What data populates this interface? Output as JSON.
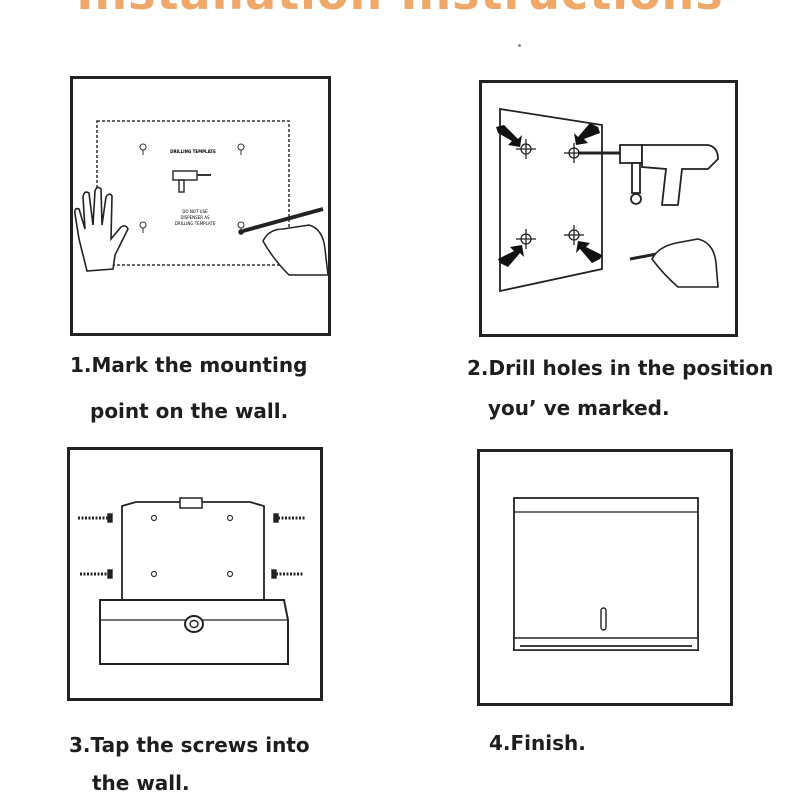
{
  "page_title": "Installation Instructions",
  "steps": [
    {
      "line1": "1.Mark the mounting",
      "line2": "point on the wall."
    },
    {
      "line1": "2.Drill holes in the position",
      "line2": "you’ ve marked."
    },
    {
      "line1": "3.Tap the screws into",
      "line2": "the wall."
    },
    {
      "line1": "4.Finish.",
      "line2": ""
    }
  ],
  "template": {
    "heading": "DRILLING TEMPLATE",
    "note_line1": "DO NOT USE",
    "note_line2": "DISPENSER AS",
    "note_line3": "DRILLING TEMPLATE"
  },
  "icons": [
    "hand-icon",
    "pen-icon",
    "drill-icon",
    "screw-icon",
    "lock-icon",
    "arrow-icon"
  ]
}
